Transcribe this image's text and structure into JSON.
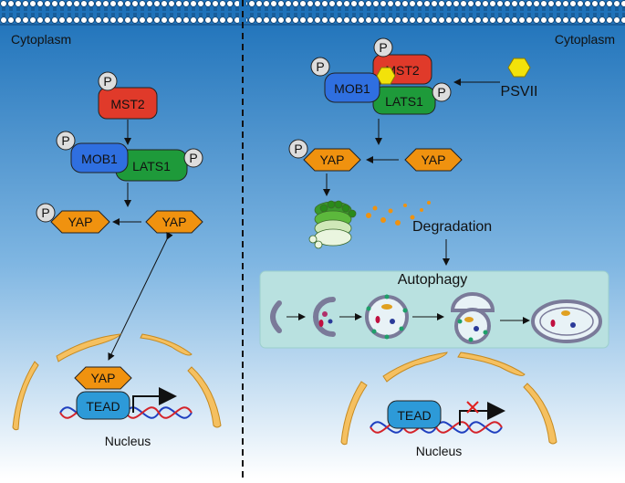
{
  "left_panel": {
    "compartment_label": "Cytoplasm",
    "nucleus_label": "Nucleus",
    "proteins": {
      "mst2": "MST2",
      "mob1": "MOB1",
      "lats1": "LATS1",
      "yap_phospho": "YAP",
      "yap": "YAP",
      "yap_nuclear": "YAP",
      "tead": "TEAD"
    },
    "phospho_symbol": "P"
  },
  "right_panel": {
    "compartment_label": "Cytoplasm",
    "nucleus_label": "Nucleus",
    "proteins": {
      "mst2": "MST2",
      "mob1": "MOB1",
      "lats1": "LATS1",
      "yap_phospho": "YAP",
      "yap": "YAP",
      "tead": "TEAD"
    },
    "phospho_symbol": "P",
    "compound": "PSVII",
    "degradation": "Degradation",
    "autophagy": "Autophagy"
  },
  "colors": {
    "background_top": "#1a6fb8",
    "background_bottom": "#ffffff",
    "mst2": "#e03a2a",
    "mob1": "#2f6fe0",
    "lats1": "#1e9a3a",
    "yap": "#f0920f",
    "tead": "#2d9ad8",
    "psvii": "#f2e20a",
    "autophagy_box": "#b9e1e0",
    "nuclear_envelope": "#f5c060"
  }
}
